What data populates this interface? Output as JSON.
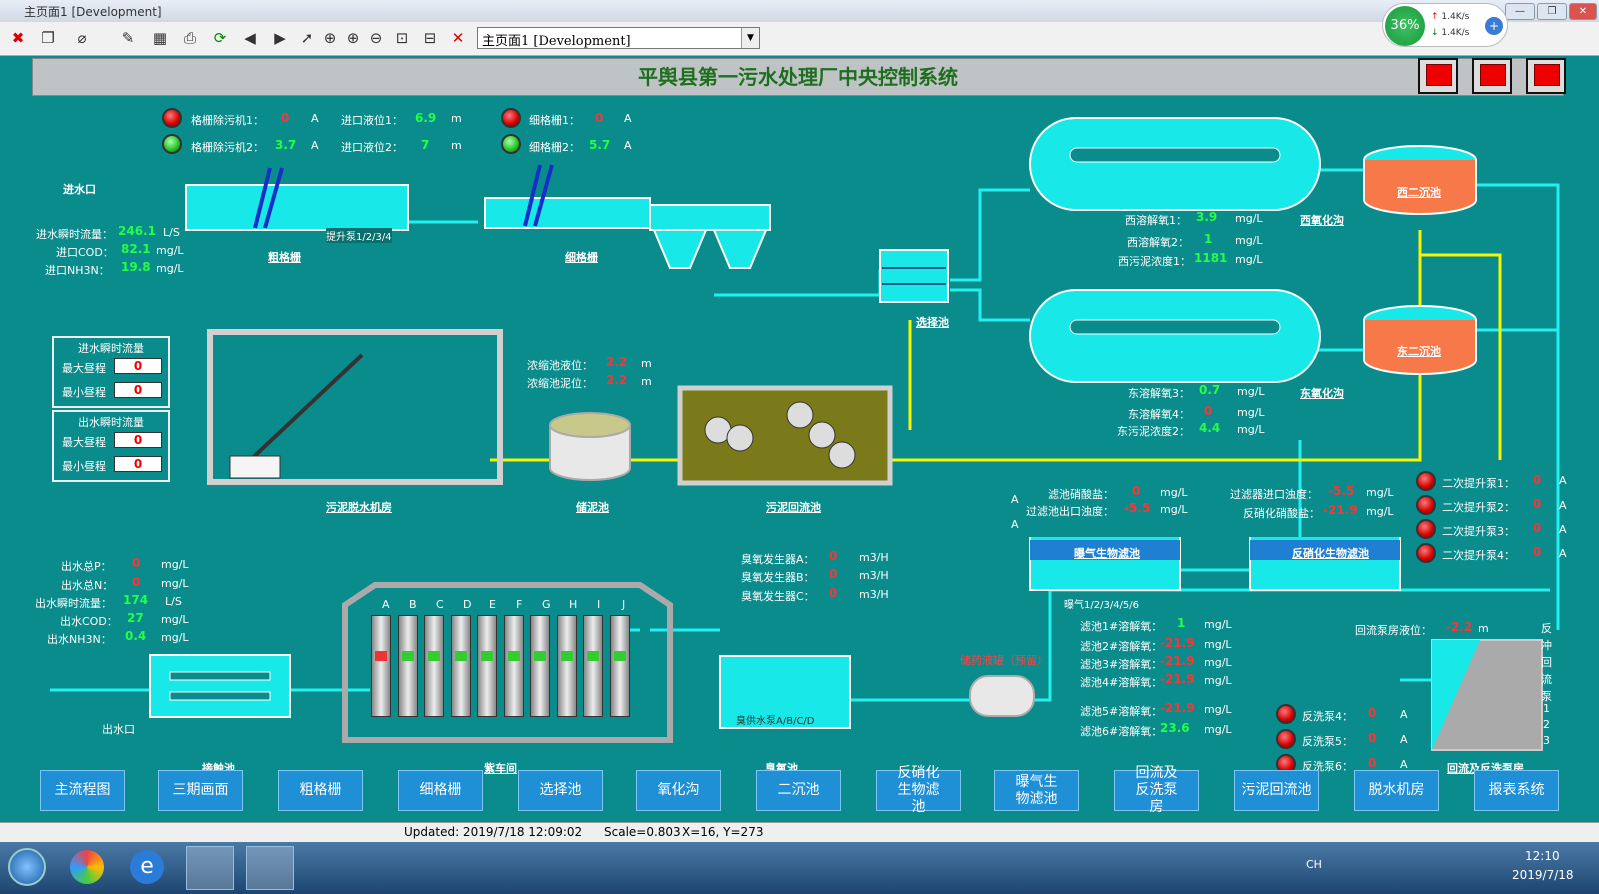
{
  "window": {
    "title": "主页面1 [Development]",
    "min": "—",
    "max": "❐",
    "close": "✕"
  },
  "toolbar": {
    "combo": "主页面1 [Development]"
  },
  "net": {
    "percent": "36%",
    "up": "1.4K/s",
    "down": "1.4K/s"
  },
  "header": {
    "title": "平舆县第一污水处理厂中央控制系统"
  },
  "inlet": {
    "label": "进水口",
    "flow_label": "进水瞬时流量：",
    "flow": "246.1",
    "flow_unit": "L/S",
    "cod_label": "进口COD：",
    "cod": "82.1",
    "cod_unit": "mg/L",
    "nh_label": "进口NH3N：",
    "nh": "19.8",
    "nh_unit": "mg/L"
  },
  "coarse": {
    "m1_label": "格栅除污机1：",
    "m1": "0",
    "m1_unit": "A",
    "m2_label": "格栅除污机2：",
    "m2": "3.7",
    "m2_unit": "A",
    "lv1_label": "进口液位1：",
    "lv1": "6.9",
    "lv1_unit": "m",
    "lv2_label": "进口液位2：",
    "lv2": "7",
    "lv2_unit": "m",
    "pumps": "提升泵1/2/3/4",
    "name": "粗格栅"
  },
  "fine": {
    "f1_label": "细格栅1：",
    "f1": "0",
    "f1_unit": "A",
    "f2_label": "细格栅2：",
    "f2": "5.7",
    "f2_unit": "A",
    "name": "细格栅"
  },
  "select": {
    "name": "选择池"
  },
  "west": {
    "do1_label": "西溶解氧1：",
    "do1": "3.9",
    "do1_unit": "mg/L",
    "do2_label": "西溶解氧2：",
    "do2": "1",
    "do2_unit": "mg/L",
    "sl_label": "西污泥浓度1：",
    "sl": "1181",
    "sl_unit": "mg/L",
    "ox": "西氧化沟",
    "clar": "西二沉池"
  },
  "east": {
    "do3_label": "东溶解氧3：",
    "do3": "0.7",
    "do3_unit": "mg/L",
    "do4_label": "东溶解氧4：",
    "do4": "0",
    "do4_unit": "mg/L",
    "sl_label": "东污泥浓度2：",
    "sl": "4.4",
    "sl_unit": "mg/L",
    "ox": "东氧化沟",
    "clar": "东二沉池"
  },
  "flowpanel": {
    "in_title": "进水瞬时流量",
    "in_max_label": "最大昼程",
    "in_max": "0",
    "in_min_label": "最小昼程",
    "in_min": "0",
    "out_title": "出水瞬时流量",
    "out_max_label": "最大昼程",
    "out_max": "0",
    "out_min_label": "最小昼程",
    "out_min": "0"
  },
  "sludge": {
    "room": "污泥脱水机房",
    "tank": "储泥池",
    "return": "污泥回流池",
    "lvl_label": "浓缩池液位：",
    "lvl": "2.2",
    "lvl_unit": "m",
    "mud_label": "浓缩池泥位：",
    "mud": "2.2",
    "mud_unit": "m"
  },
  "baf": {
    "no3_label": "滤池硝酸盐：",
    "no3": "0",
    "no3_unit": "mg/L",
    "tu_label": "过滤池出口浊度：",
    "tu": "-5.5",
    "tu_unit": "mg/L",
    "a1": "A",
    "a2": "A",
    "aer": "曝气生物滤池",
    "pumps": "曝气1/2/3/4/5/6",
    "den": "反硝化生物滤池",
    "in_tu_label": "过滤器进口浊度：",
    "in_tu": "-5.5",
    "in_tu_unit": "mg/L",
    "den_no3_label": "反硝化硝酸盐：",
    "den_no3": "-21.9",
    "den_no3_unit": "mg/L"
  },
  "lift": [
    {
      "label": "二次提升泵1：",
      "val": "0",
      "unit": "A"
    },
    {
      "label": "二次提升泵2：",
      "val": "0",
      "unit": "A"
    },
    {
      "label": "二次提升泵3：",
      "val": "0",
      "unit": "A"
    },
    {
      "label": "二次提升泵4：",
      "val": "0",
      "unit": "A"
    }
  ],
  "outlet": {
    "p_label": "出水总P：",
    "p": "0",
    "p_unit": "mg/L",
    "n_label": "出水总N：",
    "n": "0",
    "n_unit": "mg/L",
    "flow_label": "出水瞬时流量：",
    "flow": "174",
    "flow_unit": "L/S",
    "cod_label": "出水COD：",
    "cod": "27",
    "cod_unit": "mg/L",
    "nh_label": "出水NH3N：",
    "nh": "0.4",
    "nh_unit": "mg/L",
    "mouth": "出水口",
    "contact": "接触池"
  },
  "uv": {
    "letters": [
      "A",
      "B",
      "C",
      "D",
      "E",
      "F",
      "G",
      "H",
      "I",
      "J"
    ],
    "name": "紫车间"
  },
  "ozone": {
    "a_label": "臭氧发生器A：",
    "a": "0",
    "a_unit": "m3/H",
    "b_label": "臭氧发生器B：",
    "b": "0",
    "b_unit": "m3/H",
    "c_label": "臭氧发生器C：",
    "c": "0",
    "c_unit": "m3/H",
    "pumps": "臭供水泵A/B/C/D",
    "name": "臭氧池",
    "tank": "储药液罐（预留）"
  },
  "filters": [
    {
      "label": "滤池1#溶解氧：",
      "val": "1",
      "unit": "mg/L",
      "c": "vg"
    },
    {
      "label": "滤池2#溶解氧：",
      "val": "-21.9",
      "unit": "mg/L",
      "c": "vr"
    },
    {
      "label": "滤池3#溶解氧：",
      "val": "-21.9",
      "unit": "mg/L",
      "c": "vr"
    },
    {
      "label": "滤池4#溶解氧：",
      "val": "-21.9",
      "unit": "mg/L",
      "c": "vr"
    },
    {
      "label": "滤池5#溶解氧：",
      "val": "-21.9",
      "unit": "mg/L",
      "c": "vr"
    },
    {
      "label": "滤池6#溶解氧：",
      "val": "23.6",
      "unit": "mg/L",
      "c": "vg"
    }
  ],
  "backwash": {
    "lvl_label": "回流泵房液位：",
    "lvl": "-2.2",
    "lvl_unit": "m",
    "side": "反冲回流泵",
    "nums": [
      "1",
      "2",
      "3"
    ],
    "name": "回流及反洗泵房",
    "pumps": [
      {
        "label": "反洗泵4：",
        "val": "0",
        "unit": "A"
      },
      {
        "label": "反洗泵5：",
        "val": "0",
        "unit": "A"
      },
      {
        "label": "反洗泵6：",
        "val": "0",
        "unit": "A"
      }
    ]
  },
  "nav": [
    "主流程图",
    "三期画面",
    "粗格栅",
    "细格栅",
    "选择池",
    "氧化沟",
    "二沉池",
    "反硝化生物滤池",
    "曝气生物滤池",
    "回流及反洗泵房",
    "污泥回流池",
    "脱水机房",
    "报表系统"
  ],
  "status": {
    "updated": "Updated: 2019/7/18 12:09:02",
    "scale": "Scale=0.803",
    "xy": "X=16, Y=273"
  },
  "taskbar": {
    "lang": "CH",
    "time": "12:10",
    "date": "2019/7/18"
  }
}
